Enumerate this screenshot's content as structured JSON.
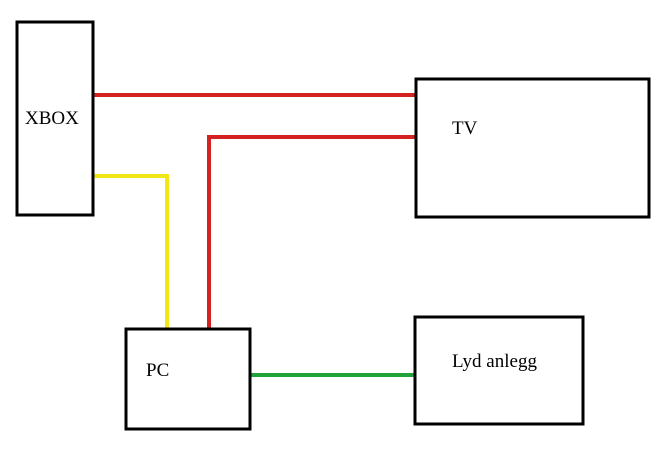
{
  "nodes": {
    "xbox": {
      "label": "XBOX"
    },
    "tv": {
      "label": "TV"
    },
    "pc": {
      "label": "PC"
    },
    "sound": {
      "label": "Lyd anlegg"
    }
  },
  "connections": [
    {
      "from": "xbox",
      "to": "tv",
      "color": "#d42121"
    },
    {
      "from": "pc",
      "to": "tv",
      "color": "#d42121"
    },
    {
      "from": "xbox",
      "to": "pc",
      "color": "#f2e614"
    },
    {
      "from": "pc",
      "to": "sound",
      "color": "#23a23a"
    }
  ]
}
